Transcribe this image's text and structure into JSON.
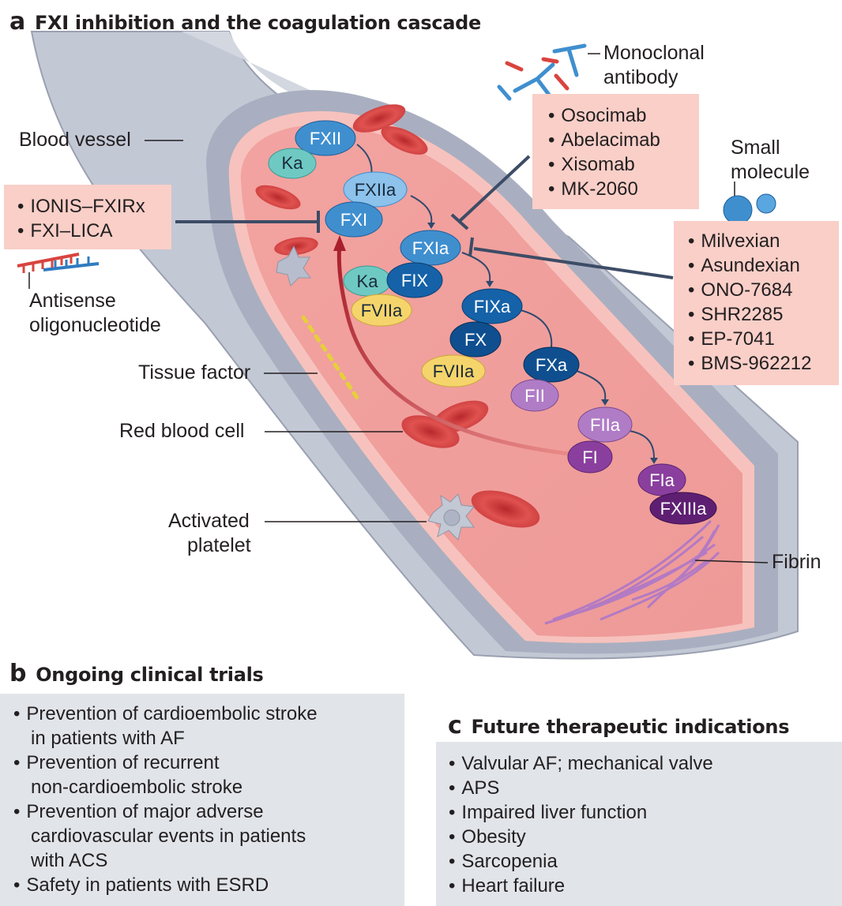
{
  "panel_a": {
    "letter": "a",
    "title": "FXI inhibition and the coagulation cascade",
    "labels": {
      "blood_vessel": "Blood vessel",
      "antisense": [
        "Antisense",
        "oligonucleotide"
      ],
      "tissue_factor": "Tissue factor",
      "red_blood_cell": "Red blood cell",
      "activated_platelet": [
        "Activated",
        "platelet"
      ],
      "monoclonal_antibody": [
        "Monoclonal",
        "antibody"
      ],
      "small_molecule": [
        "Small",
        "molecule"
      ],
      "fibrin": "Fibrin"
    },
    "antisense_drugs": [
      "IONIS–FXIRx",
      "FXI–LICA"
    ],
    "antibody_drugs": [
      "Osocimab",
      "Abelacimab",
      "Xisomab",
      "MK-2060"
    ],
    "small_molecule_drugs": [
      "Milvexian",
      "Asundexian",
      "ONO-7684",
      "SHR2285",
      "EP-7041",
      "BMS-962212"
    ],
    "factors": {
      "fxii": "FXII",
      "ka1": "Ka",
      "fxiia": "FXIIa",
      "fxi": "FXI",
      "fxia": "FXIa",
      "ka2": "Ka",
      "fix": "FIX",
      "fviia1": "FVIIa",
      "fixa": "FIXa",
      "fx": "FX",
      "fviia2": "FVIIa",
      "fxa": "FXa",
      "fii": "FII",
      "fiia": "FIIa",
      "fi": "FI",
      "fia": "FIa",
      "fxiiia": "FXIIIa"
    },
    "colors": {
      "vessel": "#c3c8d5",
      "lumen": "#f4a9a5",
      "factor_blue": "#3f8fcf",
      "factor_navy": "#0f4f8f",
      "factor_teal": "#6fc9c3",
      "factor_yellow": "#f5d56b",
      "factor_purple": "#9b59b6",
      "rbc": "#d84a4a",
      "inhibitor_line": "#3d4c66",
      "box_pink": "#f9cfc8"
    }
  },
  "panel_b": {
    "letter": "b",
    "title": "Ongoing clinical trials",
    "items": [
      [
        "Prevention of cardioembolic stroke",
        "in patients with AF"
      ],
      [
        "Prevention of recurrent",
        "non-cardioembolic stroke"
      ],
      [
        "Prevention of major adverse",
        "cardiovascular events in patients",
        "with ACS"
      ],
      [
        "Safety in patients with ESRD"
      ]
    ]
  },
  "panel_c": {
    "letter": "c",
    "title": "Future therapeutic indications",
    "items": [
      "Valvular AF; mechanical valve",
      "APS",
      "Impaired liver function",
      "Obesity",
      "Sarcopenia",
      "Heart failure"
    ]
  }
}
